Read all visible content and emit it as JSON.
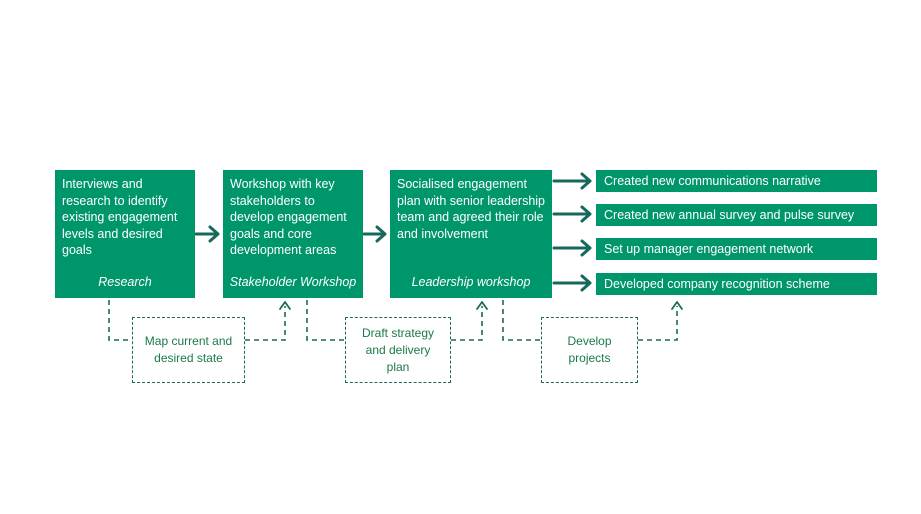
{
  "colors": {
    "box_fill": "#00966b",
    "box_text": "#ffffff",
    "arrow": "#16695a",
    "dashed_line": "#1a6b5a",
    "dashed_text": "#1a7a48"
  },
  "stages": [
    {
      "text": "Interviews and research to identify existing engagement levels and desired goals",
      "caption": "Research"
    },
    {
      "text": "Workshop  with key stakeholders  to develop engagement goals and core development  areas",
      "caption": "Stakeholder Workshop"
    },
    {
      "text": "Socialised  engagement plan with senior leadership team and agreed their role and involvement",
      "caption": "Leadership workshop"
    }
  ],
  "outcomes": [
    "Created new communications narrative",
    "Created new annual survey  and pulse survey",
    "Set up manager engagement network",
    "Developed company recognition scheme"
  ],
  "sub_steps": [
    "Map current and desired state",
    "Draft strategy and delivery plan",
    "Develop projects"
  ]
}
